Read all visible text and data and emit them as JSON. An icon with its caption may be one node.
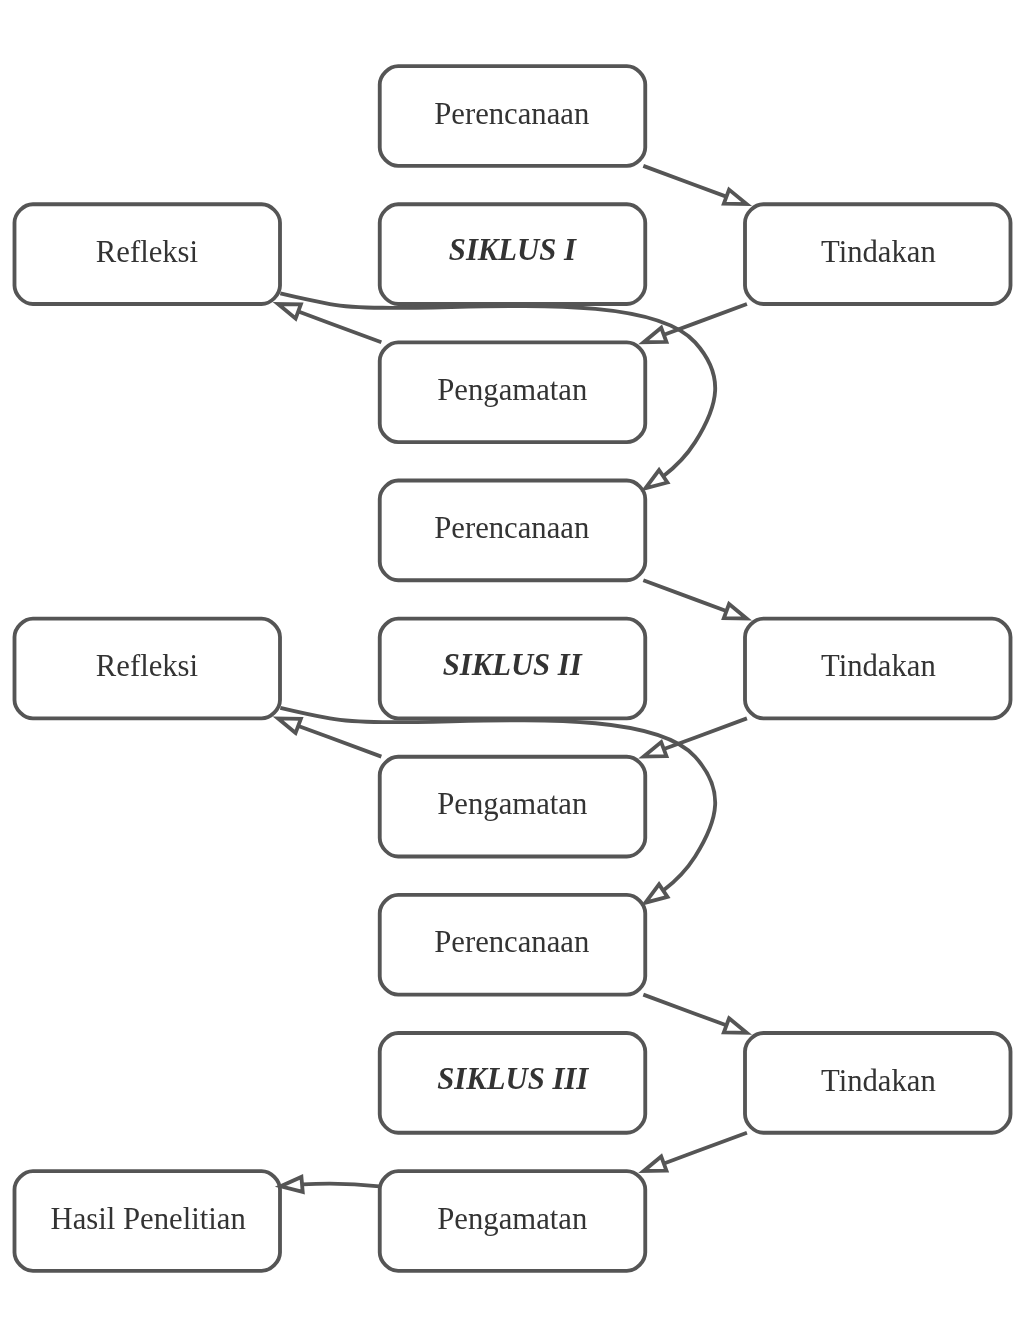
{
  "diagram": {
    "nodes": [
      {
        "text": [
          "Perencanaan"
        ]
      },
      {
        "text": [
          "Refleksi"
        ]
      },
      {
        "text": [
          "SIKLUS I"
        ]
      },
      {
        "text": [
          "Tindakan"
        ]
      },
      {
        "text": [
          "Pengamatan"
        ]
      },
      {
        "text": [
          "Perencanaan"
        ]
      },
      {
        "text": [
          "Refleksi"
        ]
      },
      {
        "text": [
          "SIKLUS II"
        ]
      },
      {
        "text": [
          "Tindakan"
        ]
      },
      {
        "text": [
          "Pengamatan"
        ]
      },
      {
        "text": [
          "Perencanaan"
        ]
      },
      {
        "text": [
          "SIKLUS III"
        ]
      },
      {
        "text": [
          "Tindakan"
        ]
      },
      {
        "text": [
          "Hasil Penelitian"
        ]
      },
      {
        "text": [
          "Pengamatan"
        ]
      }
    ],
    "edges": [
      {
        "from": 0,
        "to": 3,
        "arrow": "to"
      },
      {
        "from": 3,
        "to": 4,
        "arrow": "to"
      },
      {
        "from": 4,
        "to": 1,
        "arrow": "to"
      },
      {
        "from": 1,
        "to": 5,
        "arrow": "to"
      },
      {
        "from": 5,
        "to": 8,
        "arrow": "to"
      },
      {
        "from": 8,
        "to": 9,
        "arrow": "to"
      },
      {
        "from": 9,
        "to": 6,
        "arrow": "to"
      },
      {
        "from": 6,
        "to": 10,
        "arrow": "to"
      },
      {
        "from": 10,
        "to": 12,
        "arrow": "to"
      },
      {
        "from": 12,
        "to": 14,
        "arrow": "to"
      },
      {
        "from": 14,
        "to": 13,
        "arrow": "to"
      }
    ]
  }
}
